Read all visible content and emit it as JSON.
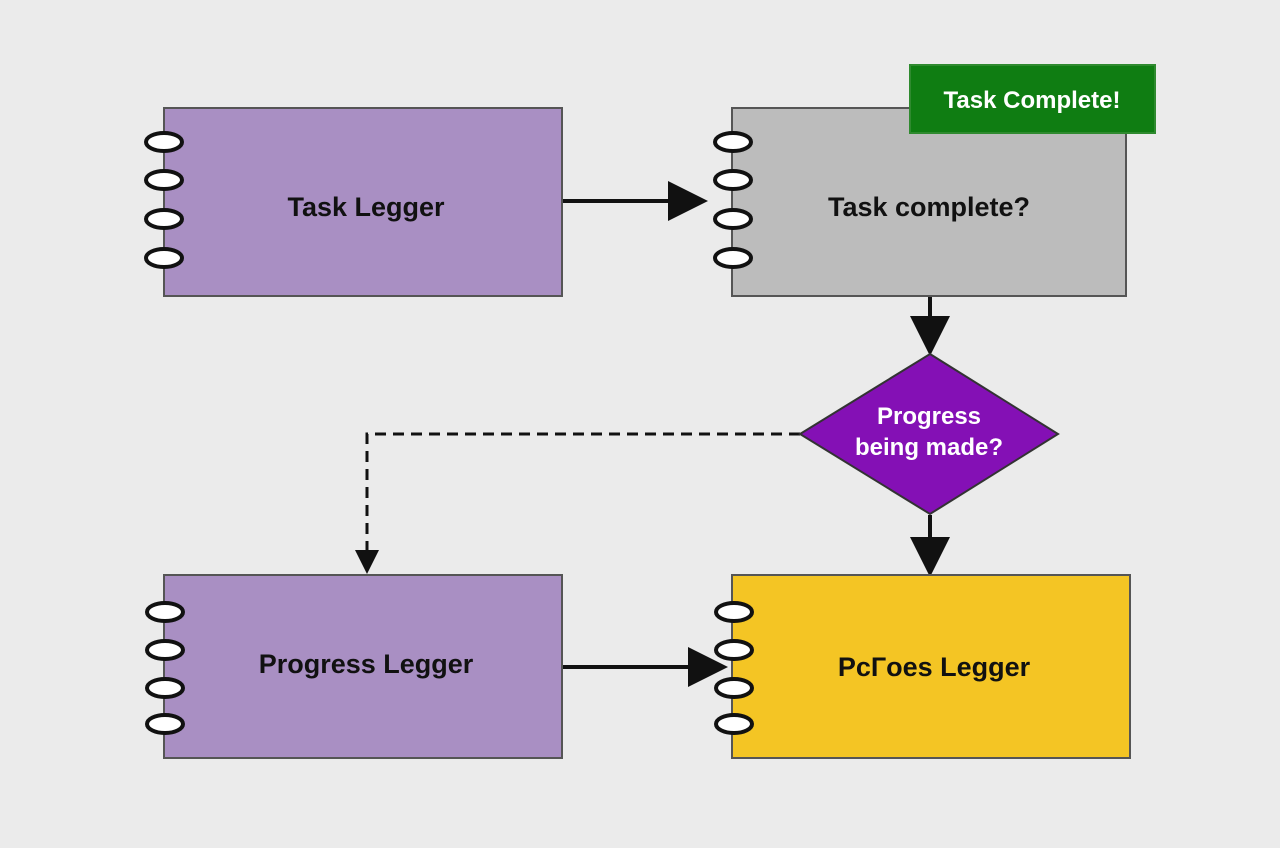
{
  "nodes": {
    "task_ledger": {
      "label": "Task Legger"
    },
    "task_complete_check": {
      "label": "Task complete?"
    },
    "task_complete_badge": {
      "label": "Task Complete!"
    },
    "progress_decision": {
      "line1": "Progress",
      "line2": "being made?"
    },
    "progress_ledger": {
      "label": "Progress Legger"
    },
    "process_ledger": {
      "label": "PcГoes Legger"
    }
  },
  "colors": {
    "background": "#ebebeb",
    "ledger_purple": "#a98fc3",
    "check_gray": "#bcbcbc",
    "badge_green": "#0f7d12",
    "decision_purple": "#8410b5",
    "process_yellow": "#f4c524",
    "line": "#111111"
  }
}
